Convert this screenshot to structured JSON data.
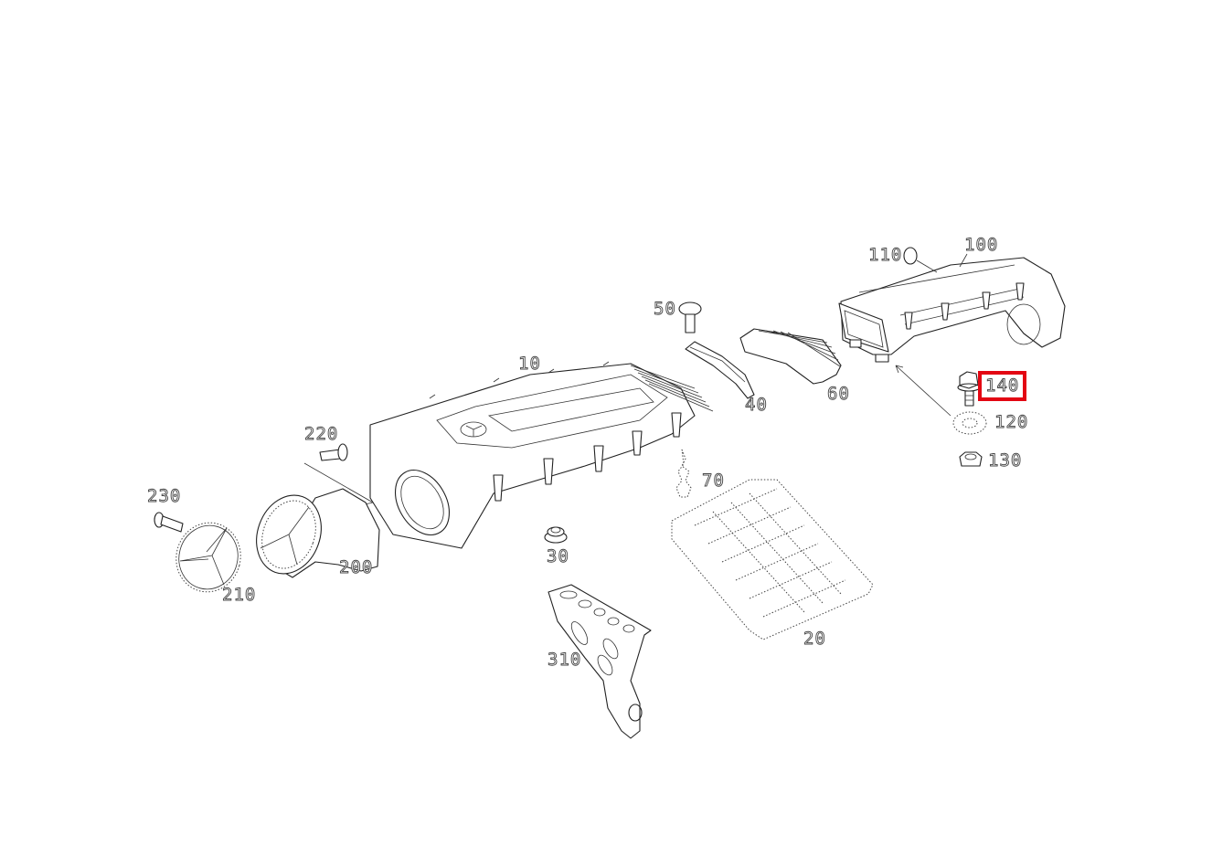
{
  "diagram": {
    "type": "exploded-parts-diagram",
    "subject": "Engine cover / air intake assembly",
    "highlight_color": "#e30613",
    "highlighted_part": "140",
    "callouts": [
      {
        "id": "c10",
        "label": "10",
        "part": "engine cover housing"
      },
      {
        "id": "c20",
        "label": "20",
        "part": "filter mat"
      },
      {
        "id": "c30",
        "label": "30",
        "part": "grommet"
      },
      {
        "id": "c40",
        "label": "40",
        "part": "seal"
      },
      {
        "id": "c50",
        "label": "50",
        "part": "screw"
      },
      {
        "id": "c60",
        "label": "60",
        "part": "intake bellows"
      },
      {
        "id": "c70",
        "label": "70",
        "part": "rubber mount"
      },
      {
        "id": "c100",
        "label": "100",
        "part": "air duct"
      },
      {
        "id": "c110",
        "label": "110",
        "part": "o-ring"
      },
      {
        "id": "c120",
        "label": "120",
        "part": "washer"
      },
      {
        "id": "c130",
        "label": "130",
        "part": "nut"
      },
      {
        "id": "c140",
        "label": "140",
        "part": "bolt",
        "highlighted": true
      },
      {
        "id": "c200",
        "label": "200",
        "part": "air intake with grille"
      },
      {
        "id": "c210",
        "label": "210",
        "part": "star emblem"
      },
      {
        "id": "c220",
        "label": "220",
        "part": "screw"
      },
      {
        "id": "c230",
        "label": "230",
        "part": "screw"
      },
      {
        "id": "c310",
        "label": "310",
        "part": "bracket"
      }
    ]
  }
}
